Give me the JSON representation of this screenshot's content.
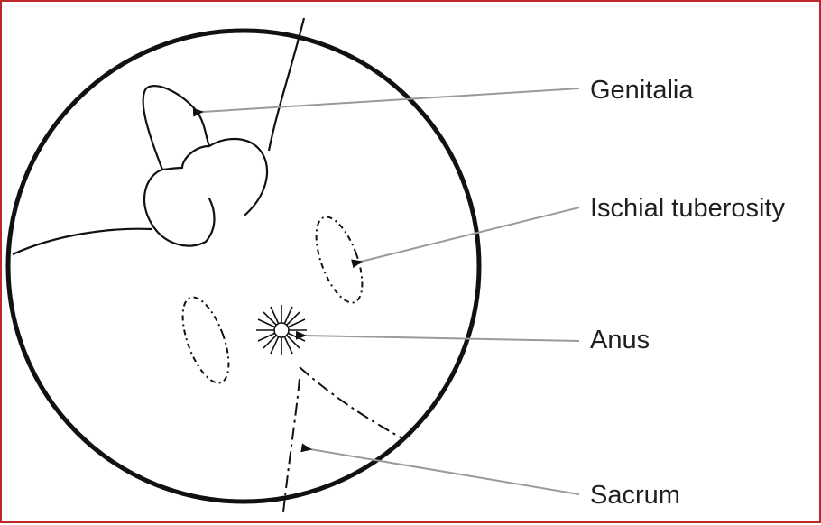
{
  "labels": {
    "genitalia": "Genitalia",
    "ischial_tuberosity": "Ischial tuberosity",
    "anus": "Anus",
    "sacrum": "Sacrum"
  },
  "colors": {
    "frame_border": "#c0272d",
    "line": "#111111",
    "pointer_line": "#9a9a9a",
    "text": "#1f1f1f"
  }
}
